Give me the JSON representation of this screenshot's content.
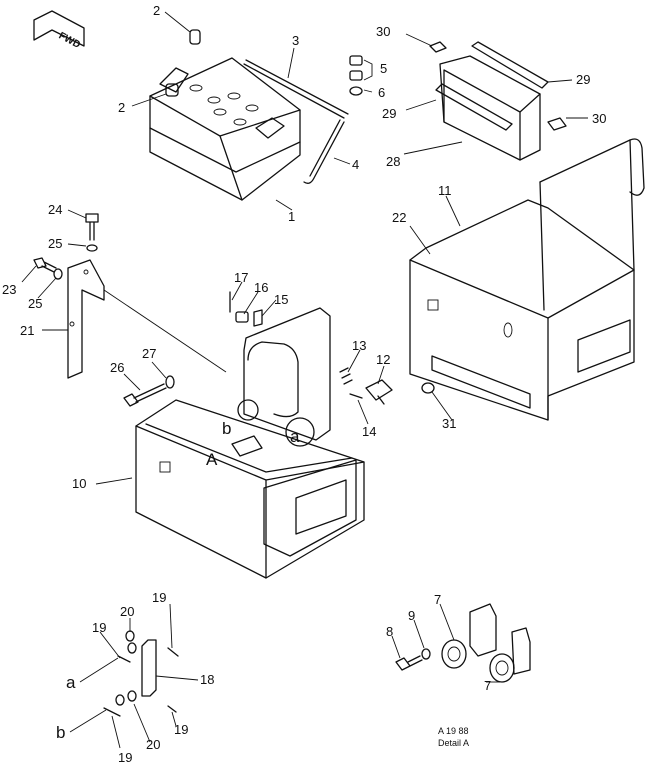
{
  "fwd_marker": "FWD",
  "callouts": {
    "c1": "1",
    "c2a": "2",
    "c2b": "2",
    "c3": "3",
    "c4": "4",
    "c5": "5",
    "c6": "6",
    "c7a": "7",
    "c7b": "7",
    "c8": "8",
    "c9": "9",
    "c10": "10",
    "c11": "11",
    "c12": "12",
    "c13": "13",
    "c14": "14",
    "c15": "15",
    "c16": "16",
    "c17": "17",
    "c18": "18",
    "c19a": "19",
    "c19b": "19",
    "c19c": "19",
    "c19d": "19",
    "c20a": "20",
    "c20b": "20",
    "c21": "21",
    "c22": "22",
    "c23": "23",
    "c24": "24",
    "c25a": "25",
    "c25b": "25",
    "c26": "26",
    "c27": "27",
    "c28": "28",
    "c29a": "29",
    "c29b": "29",
    "c30a": "30",
    "c30b": "30",
    "c31": "31"
  },
  "markers": {
    "A": "A",
    "a1": "a",
    "b1": "b",
    "a2": "a",
    "b2": "b"
  },
  "detail": {
    "code": "A  19  88",
    "title": "Detail  A"
  }
}
